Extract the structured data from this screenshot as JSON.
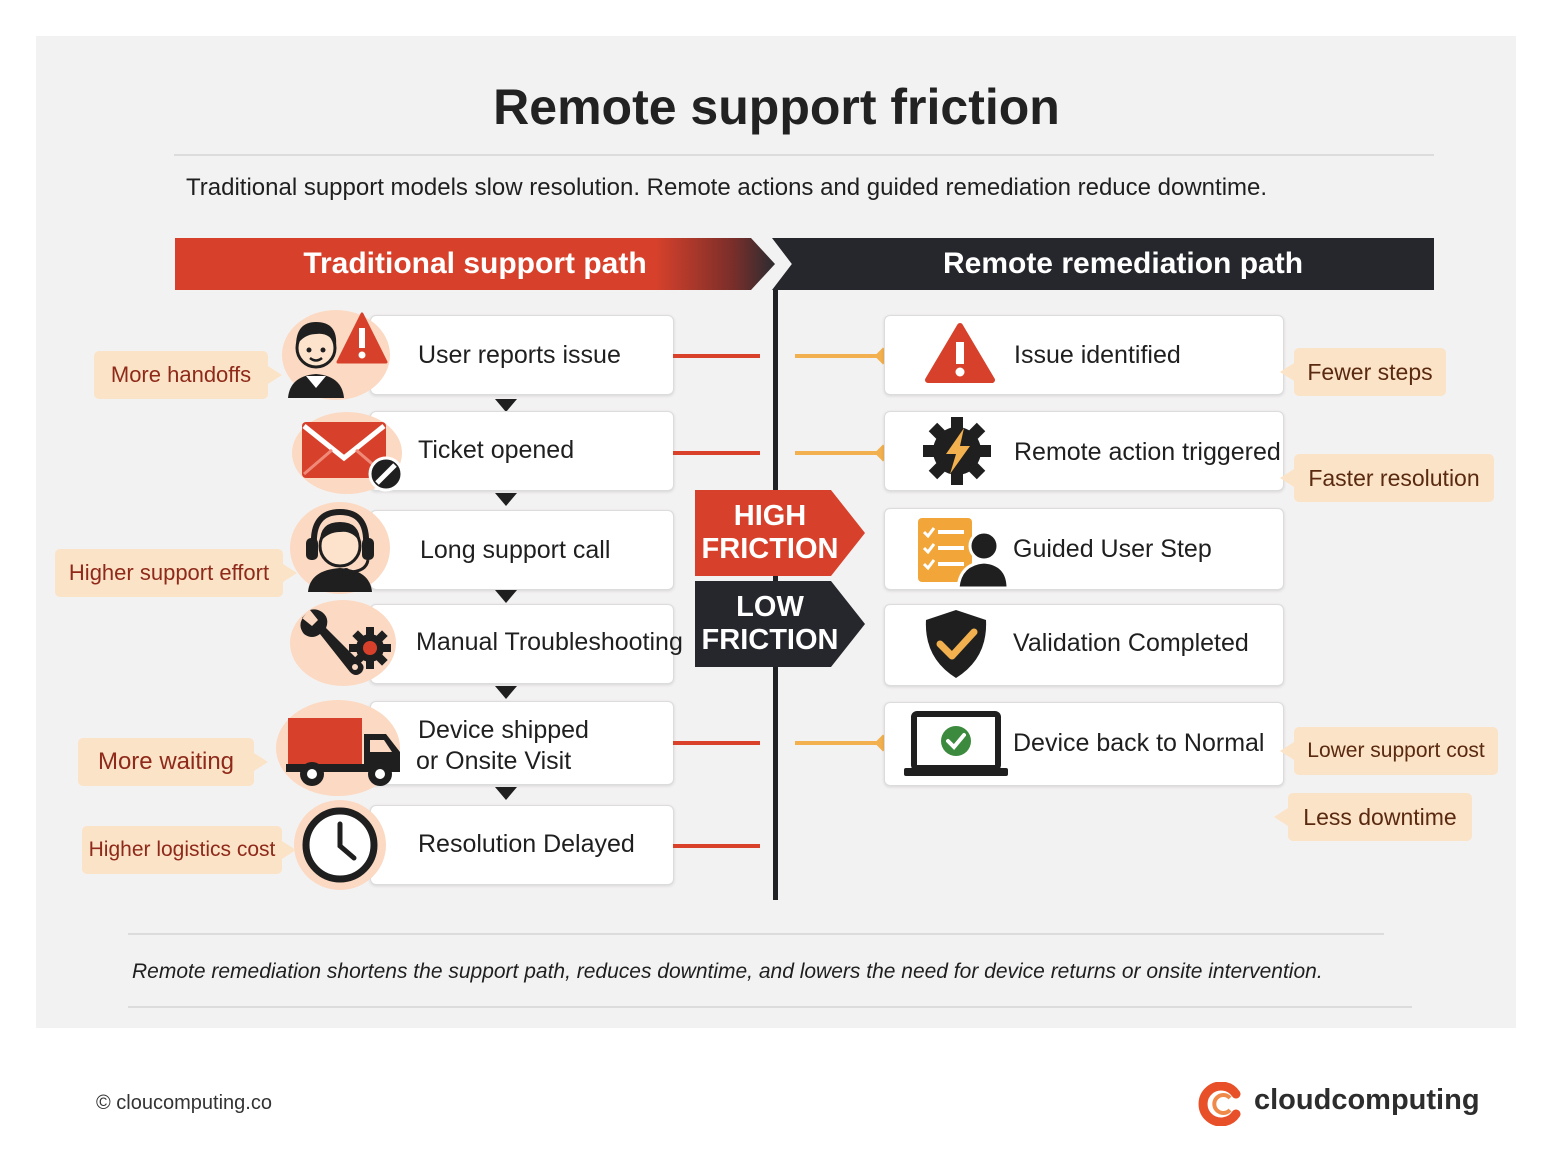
{
  "title": "Remote support friction",
  "subtitle": "Traditional support models slow resolution. Remote actions and guided remediation reduce downtime.",
  "left_header": "Traditional support path",
  "right_header": "Remote remediation path",
  "left_steps": [
    {
      "label": "User reports issue",
      "icon": "user-alert-icon"
    },
    {
      "label": "Ticket opened",
      "icon": "envelope-blocked-icon"
    },
    {
      "label": "Long support call",
      "icon": "headset-icon"
    },
    {
      "label": "Manual Troubleshooting",
      "icon": "wrench-gear-icon"
    },
    {
      "label_line1": "Device shipped",
      "label_line2": "or Onsite Visit",
      "icon": "truck-icon"
    },
    {
      "label": "Resolution Delayed",
      "icon": "clock-icon"
    }
  ],
  "right_steps": [
    {
      "label": "Issue identified",
      "icon": "warning-icon"
    },
    {
      "label": "Remote action triggered",
      "icon": "gear-bolt-icon"
    },
    {
      "label": "Guided User Step",
      "icon": "checklist-user-icon"
    },
    {
      "label": "Validation Completed",
      "icon": "shield-check-icon"
    },
    {
      "label": "Device back to Normal",
      "icon": "laptop-check-icon"
    }
  ],
  "left_tags": [
    "More handoffs",
    "Higher support effort",
    "More waiting",
    "Higher logistics cost"
  ],
  "right_tags": [
    "Fewer steps",
    "Faster resolution",
    "Lower support cost",
    "Less downtime"
  ],
  "friction": {
    "high_1": "HIGH",
    "high_2": "FRICTION",
    "low_1": "LOW",
    "low_2": "FRICTION"
  },
  "footnote": "Remote remediation shortens the support path, reduces downtime, and lowers the need for device returns or onsite intervention.",
  "copyright": "© cloucomputing.co",
  "brand": "cloudcomputing",
  "colors": {
    "accent_red": "#d7412b",
    "dark": "#26272c",
    "orange": "#f2b04e",
    "tag_bg": "#fbe3c7"
  }
}
